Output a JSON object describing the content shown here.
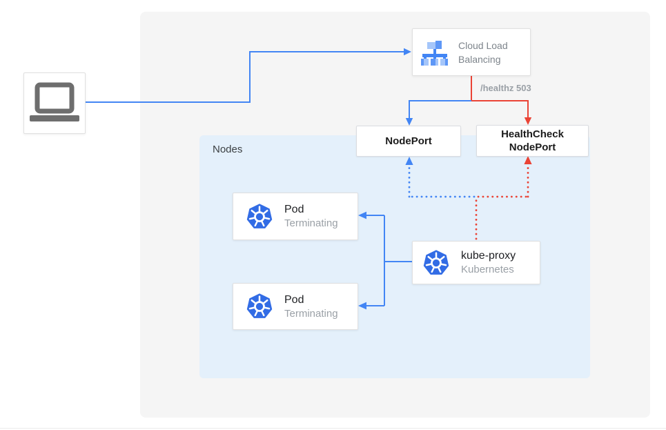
{
  "client": {
    "icon": "laptop-icon"
  },
  "load_balancer": {
    "label": "Cloud Load Balancing"
  },
  "edge_labels": {
    "healthz": "/healthz 503"
  },
  "nodes_panel": {
    "label": "Nodes"
  },
  "nodeport": {
    "label": "NodePort"
  },
  "healthcheck_nodeport": {
    "lines": [
      "HealthCheck",
      "NodePort"
    ]
  },
  "pods": [
    {
      "title": "Pod",
      "subtitle": "Terminating"
    },
    {
      "title": "Pod",
      "subtitle": "Terminating"
    }
  ],
  "kube_proxy": {
    "title": "kube-proxy",
    "subtitle": "Kubernetes"
  },
  "colors": {
    "arrow_blue": "#4285f4",
    "arrow_red": "#ea4335",
    "panel_gray": "#f5f5f5",
    "panel_blue": "#e4f0fb",
    "kubernetes_blue": "#326ce5",
    "text_dark": "#202124",
    "text_gray": "#9aa0a6"
  }
}
